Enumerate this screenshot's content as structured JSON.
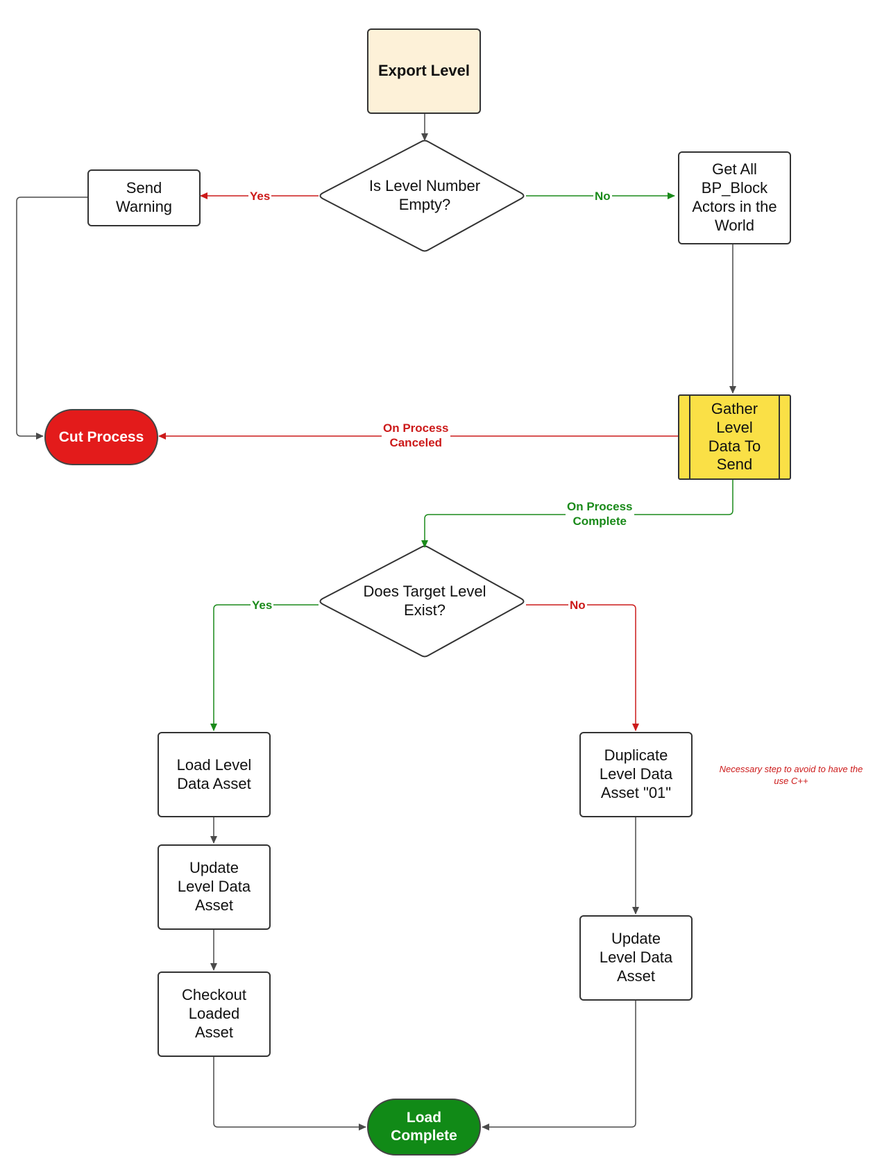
{
  "colors": {
    "start_fill": "#fdf1d8",
    "cut_fill": "#e31b1b",
    "gather_fill": "#fae046",
    "complete_fill": "#118a17",
    "green_edge": "#1a8a1a",
    "red_edge": "#cc1a1a",
    "gray_edge": "#4a4a4a"
  },
  "nodes": {
    "export_level": "Export Level",
    "is_level_number_empty": "Is Level Number\nEmpty?",
    "send_warning": "Send\nWarning",
    "get_all_actors": "Get All\nBP_Block\nActors in the\nWorld",
    "cut_process": "Cut Process",
    "gather_level_data": "Gather\nLevel\nData To\nSend",
    "does_target_level_exist": "Does Target Level\nExist?",
    "load_level_data_asset": "Load Level\nData Asset",
    "update_level_data_asset_left": "Update\nLevel Data\nAsset",
    "checkout_loaded_asset": "Checkout\nLoaded\nAsset",
    "duplicate_level_data_asset": "Duplicate\nLevel Data\nAsset \"01\"",
    "update_level_data_asset_right": "Update\nLevel Data\nAsset",
    "load_complete": "Load\nComplete"
  },
  "edge_labels": {
    "empty_yes": "Yes",
    "empty_no": "No",
    "on_process_canceled": "On Process\nCanceled",
    "on_process_complete": "On Process\nComplete",
    "exists_yes": "Yes",
    "exists_no": "No"
  },
  "note": "Necessary step to avoid to have the\nuse C++"
}
